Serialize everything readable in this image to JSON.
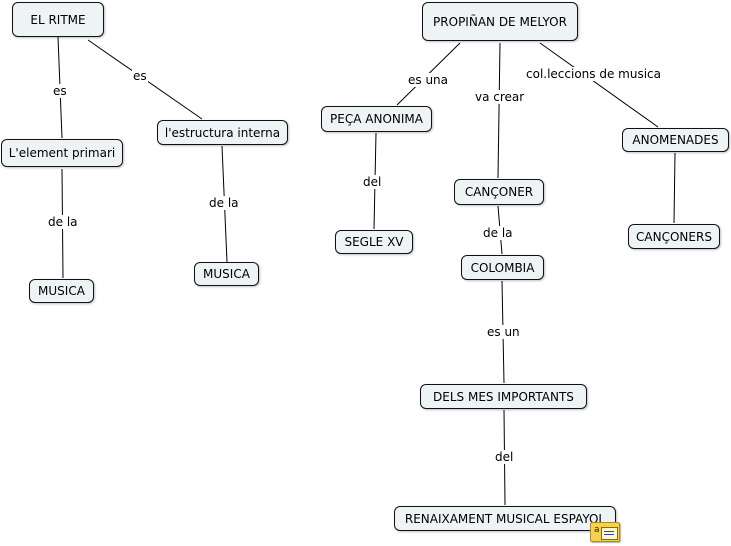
{
  "nodes": {
    "el_ritme": "EL RITME",
    "element_primari": "L'element primari",
    "estructura_interna": "l'estructura interna",
    "musica_1": "MUSICA",
    "musica_2": "MUSICA",
    "propinan": "PROPIÑAN DE MELYOR",
    "peca_anonima": "PEÇA ANONIMA",
    "segle_xv": "SEGLE XV",
    "canconer": "CANÇONER",
    "colombia": "COLOMBIA",
    "dels_mes": "DELS MES IMPORTANTS",
    "renaixament": "RENAIXAMENT MUSICAL ESPAYOL",
    "anomenades": "ANOMENADES",
    "canconers": "CANÇONERS"
  },
  "links": {
    "es_1": "es",
    "es_2": "es",
    "de_la_1": "de la",
    "de_la_2": "de la",
    "es_una": "es una",
    "va_crear": "va crear",
    "col_leccions": "col.leccions de musica",
    "del_1": "del",
    "de_la_3": "de la",
    "es_un": "es un",
    "del_2": "del"
  },
  "icons": {
    "resource": "resource-attachment-icon"
  }
}
